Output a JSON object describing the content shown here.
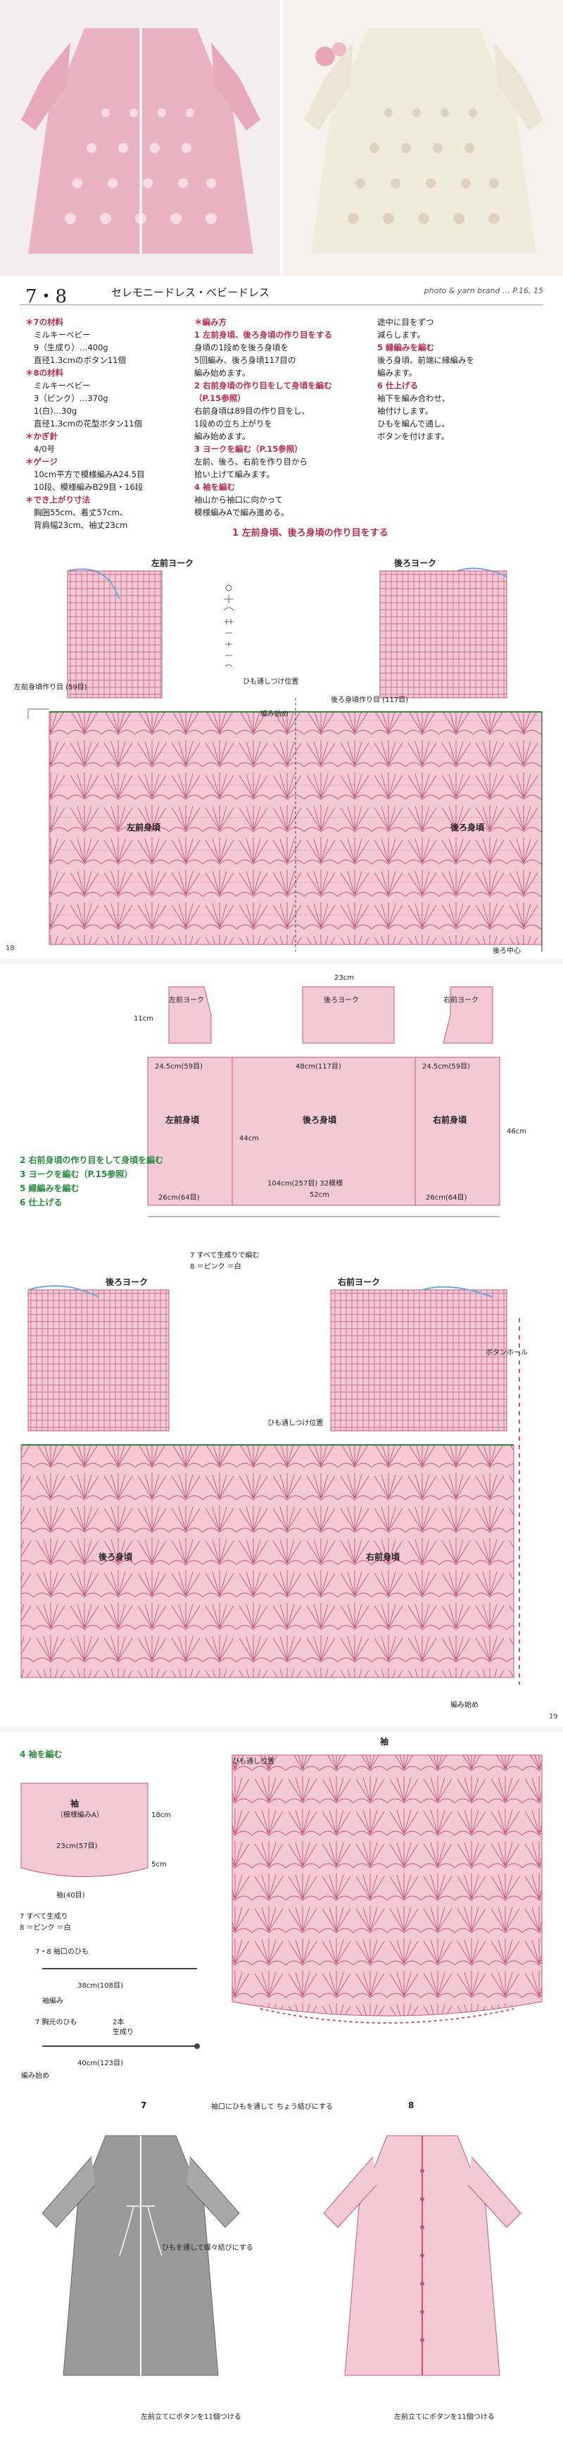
{
  "header": {
    "number": "7・8",
    "title": "セレモニードレス・ベビードレス",
    "credit": "photo & yarn brand … P.16, 15"
  },
  "materials": {
    "h7": "＊7の材料",
    "m7": [
      "ミルキーベビー",
      "9（生成り）…400g",
      "直径1.3cmのボタン11個"
    ],
    "h8": "＊8の材料",
    "m8": [
      "ミルキーベビー",
      "3（ピンク）…370g",
      "1(白)…30g",
      "直径1.3cmの花型ボタン11個"
    ],
    "needle_h": "＊かぎ針",
    "needle": "4/0号",
    "gauge_h": "＊ゲージ",
    "gauge": [
      "10cm平方で模様編みA24.5目",
      "10段、模様編みB29目・16段"
    ],
    "size_h": "＊でき上がり寸法",
    "size": [
      "胸囲55cm、着丈57cm、",
      "背肩幅23cm、袖丈23cm"
    ]
  },
  "method": {
    "h": "＊編み方",
    "s1": "1 左前身頃、後ろ身頃の作り目をする",
    "s1t": [
      "身頃の1段めを後ろ身頃を",
      "5回編み、後ろ身頃117目の",
      "編み始めます。"
    ],
    "s2": "2 右前身頃の作り目をして身頃を編む",
    "s2b": "（P.15参照）",
    "s2t": [
      "右前身頃は89目の作り目をし、",
      "1段めの立ち上がりを",
      "編み始めます。"
    ],
    "s3": "3 ヨークを編む（P.15参照）",
    "s3t": [
      "左前、後ろ、右前を作り目から",
      "拾い上げて編みます。"
    ],
    "s4": "4 袖を編む",
    "s4t": [
      "袖山から袖口に向かって",
      "模様編みAで編み進める。"
    ]
  },
  "right_col": {
    "t": [
      "途中に目をずつ",
      "減らします。"
    ],
    "s5": "5 縁編みを編む",
    "s5t": [
      "後ろ身頃、前端に縁編みを",
      "編みます。"
    ],
    "s6": "6 仕上げる",
    "s6t": [
      "袖下を編み合わせ、",
      "袖付けします。",
      "ひもを編んで通し、",
      "ボタンを付けます。"
    ]
  },
  "diagram1": {
    "title": "1 左前身頃、後ろ身頃の作り目をする",
    "left_yoke": "左前ヨーク",
    "back_yoke": "後ろヨーク",
    "left_body": "左前身頃",
    "back_body": "後ろ身頃",
    "start_left": "左前身頃作り目 (59目)",
    "start_back": "後ろ身頃作り目 (117目)",
    "tie": "ひも通しつけ位置",
    "finish": "編み始め",
    "center": "後ろ中心"
  },
  "schematic": {
    "title": "各部の寸法",
    "left_front": "左前身頃",
    "back": "後ろ身頃",
    "right_front": "右前身頃",
    "w1": "24.5cm(59目)",
    "w2": "48cm(117目)",
    "w3": "24.5cm(59目)",
    "h1": "44cm",
    "h2": "46cm",
    "hem": "104cm(257目) 32模様",
    "hw1": "26cm(64目)",
    "hw2": "52cm",
    "hw3": "26cm(64目)",
    "yoke_top": "23cm",
    "left_yoke": "左前ヨーク",
    "back_yoke": "後ろヨーク",
    "right_yoke": "右前ヨーク",
    "yoke_h": "11cm"
  },
  "steps": {
    "a": "2 右前身頃の作り目をして身頃を編む",
    "b": "3 ヨークを編む（P.15参照）",
    "c": "5 縁編みを編む",
    "d": "6 仕上げる"
  },
  "diagram2": {
    "back_yoke": "後ろヨーク",
    "right_yoke": "右前ヨーク",
    "back_body": "後ろ身頃",
    "right_body": "右前身頃",
    "legend7": "7 すべて生成りで編む",
    "legend8": "8 ＝ピンク ＝白",
    "buttonhole": "ボタンホール",
    "tie": "ひも通しつけ位置",
    "start": "編み始め"
  },
  "sleeve": {
    "step": "4 袖を編む",
    "label": "袖",
    "label2": "（模様編みA）",
    "top": "23cm(57目)",
    "bottom": "袖(40目)",
    "d1": "18cm",
    "d2": "5cm",
    "legend7": "7 すべて生成り",
    "legend8": "8 ＝ピンク ＝白",
    "chart_title": "袖",
    "tie": "ひも通し位置"
  },
  "ties": {
    "t1": "7・8 袖口のひも",
    "t1b": "38cm(108目)",
    "t1c": "袖編み",
    "t2": "7 胸元のひも",
    "t2b": "40cm(123目)",
    "t2c": "編み始め",
    "t2d": "2本",
    "t2e": "生成り"
  },
  "finish": {
    "num7": "7",
    "num8": "8",
    "note": "袖口にひもを通して ちょう結びにする",
    "tie_note": "ひもを通して蝶々結びにする",
    "left7": "左前立てにボタンを11個つける",
    "left8": "左前立てにボタンを11個つける"
  },
  "page": {
    "p1": "18",
    "p2": "19"
  },
  "colors": {
    "pink": "#f3c9d6",
    "pinkline": "#c0577a",
    "blue": "#6fa8dc",
    "green": "#2b8a3e",
    "gray": "#9a9a9a"
  }
}
